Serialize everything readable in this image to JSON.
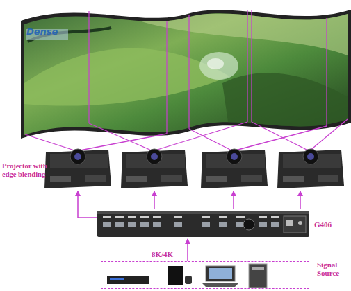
{
  "diagram": {
    "nodes": [
      {
        "text": [
          "G406"
        ]
      },
      {
        "text": [
          "Signal Source"
        ]
      }
    ],
    "edges": [
      {
        "from": 1,
        "to": 0,
        "arrow": "to",
        "label": "8K/4K"
      }
    ],
    "labels": [
      "Dense",
      "Projector with edge blending"
    ]
  }
}
